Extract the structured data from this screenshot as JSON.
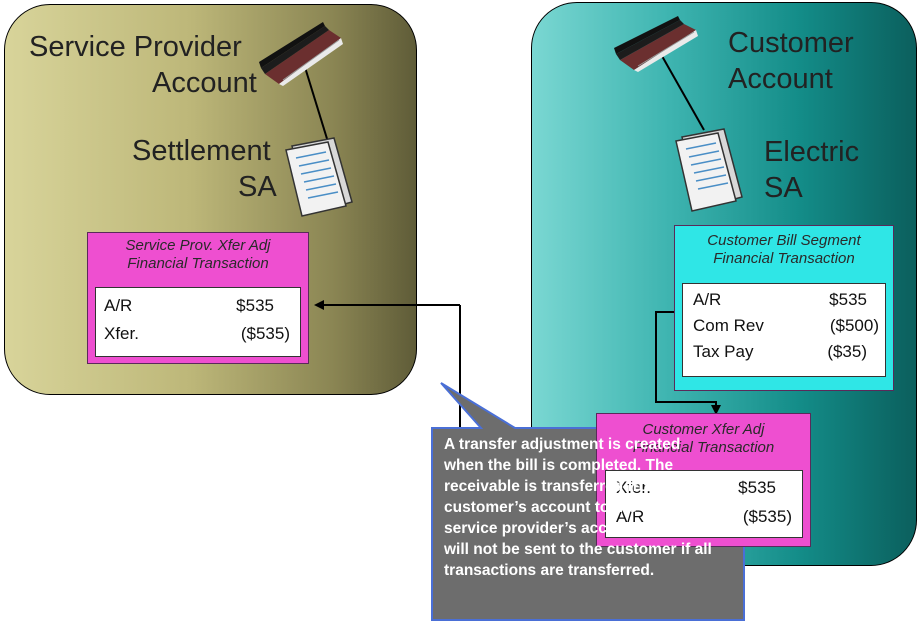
{
  "service_provider": {
    "account_line1": "Service Provider",
    "account_line2": "Account",
    "sa_line1": "Settlement",
    "sa_line2": "SA"
  },
  "customer": {
    "account_line1": "Customer",
    "account_line2": "Account",
    "sa_line1": "Electric",
    "sa_line2": "SA"
  },
  "service_prov_xfer_ft": {
    "title_line1": "Service Prov. Xfer Adj",
    "title_line2": "Financial Transaction",
    "rows": [
      {
        "label": "A/R",
        "amount": "$535"
      },
      {
        "label": "Xfer.",
        "amount": "($535)"
      }
    ]
  },
  "customer_bill_segment_ft": {
    "title_line1": "Customer Bill Segment",
    "title_line2": "Financial Transaction",
    "rows": [
      {
        "label": "A/R",
        "amount": "$535"
      },
      {
        "label": "Com Rev",
        "amount": "($500)"
      },
      {
        "label": "Tax Pay",
        "amount": "($35)"
      }
    ]
  },
  "customer_xfer_ft": {
    "title_line1": "Customer Xfer Adj",
    "title_line2": "Financial Transaction",
    "rows": [
      {
        "label": "Xfer.",
        "amount": "$535"
      },
      {
        "label": "A/R",
        "amount": "($535)"
      }
    ]
  },
  "callout": {
    "lines": [
      "A transfer adjustment is created",
      "when the bill is completed.  The",
      "receivable is transferred from the",
      "customer’s account to the billing",
      "service provider’s account.  The bill",
      "will not be sent to the customer if all",
      "transactions are transferred."
    ]
  },
  "colors": {
    "service_provider_panel": "#bdb779",
    "customer_panel": "#138c88",
    "xfer_box": "#ee4fd0",
    "bill_segment_box": "#2fe6e6",
    "callout_bg": "#6d6d6d",
    "callout_border": "#4a6fd6"
  },
  "icons": {
    "account": "account-book-icon",
    "service_agreement": "document-stack-icon"
  }
}
